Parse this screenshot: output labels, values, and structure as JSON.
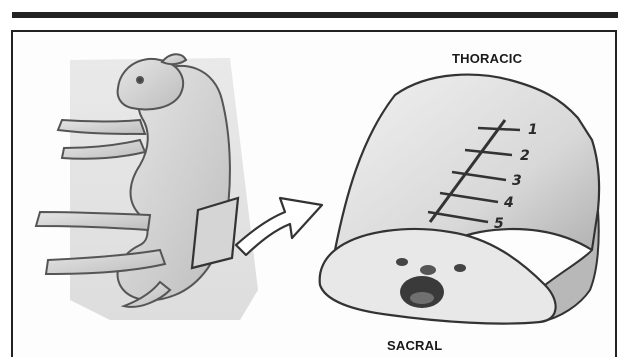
{
  "labels": {
    "top": "THORACIC",
    "bottom": "SACRAL"
  },
  "segments": [
    "1",
    "2",
    "3",
    "4",
    "5"
  ],
  "icons": {
    "animal": "lamb-sketch-icon",
    "arrow": "arrow-right-icon",
    "spinal": "spinal-segment-icon"
  },
  "colors": {
    "ink": "#222222",
    "pencil": "#6b6b6b",
    "shade": "#c9c9c9"
  }
}
